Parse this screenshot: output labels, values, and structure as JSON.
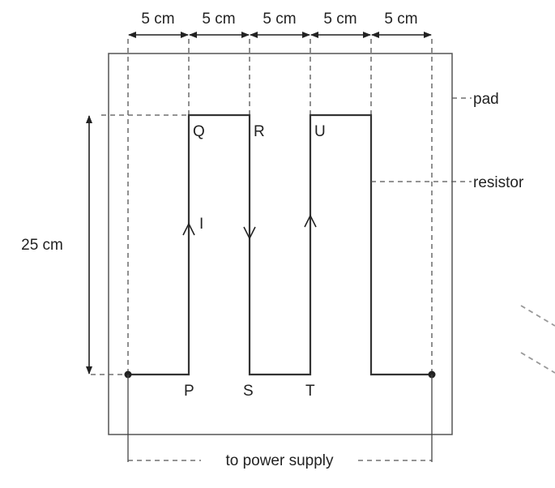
{
  "dimensions": {
    "segment_label": "5 cm",
    "segment_count": 5,
    "height_label": "25 cm"
  },
  "points": {
    "P": "P",
    "Q": "Q",
    "R": "R",
    "S": "S",
    "T": "T",
    "U": "U"
  },
  "current_label": "I",
  "callouts": {
    "pad": "pad",
    "resistor": "resistor",
    "power": "to power supply"
  }
}
